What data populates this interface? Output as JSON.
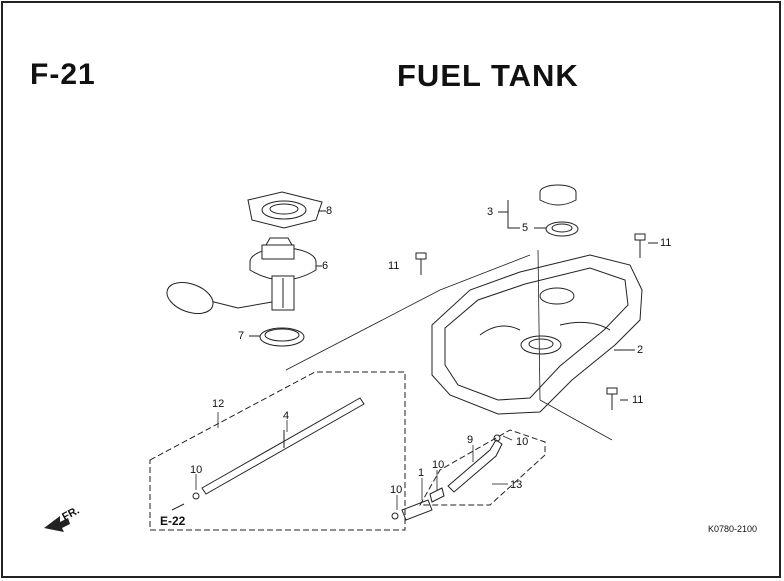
{
  "header": {
    "section_code": "F-21",
    "title": "FUEL TANK"
  },
  "reference": {
    "direction": "FR.",
    "cross_ref": "E-22",
    "drawing_code": "K0780-2100"
  },
  "callouts": [
    "1",
    "2",
    "3",
    "4",
    "5",
    "6",
    "7",
    "8",
    "9",
    "10",
    "10",
    "10",
    "10",
    "11",
    "11",
    "11",
    "12",
    "13"
  ],
  "icons": {
    "direction_arrow": "front-direction-arrow-icon"
  }
}
